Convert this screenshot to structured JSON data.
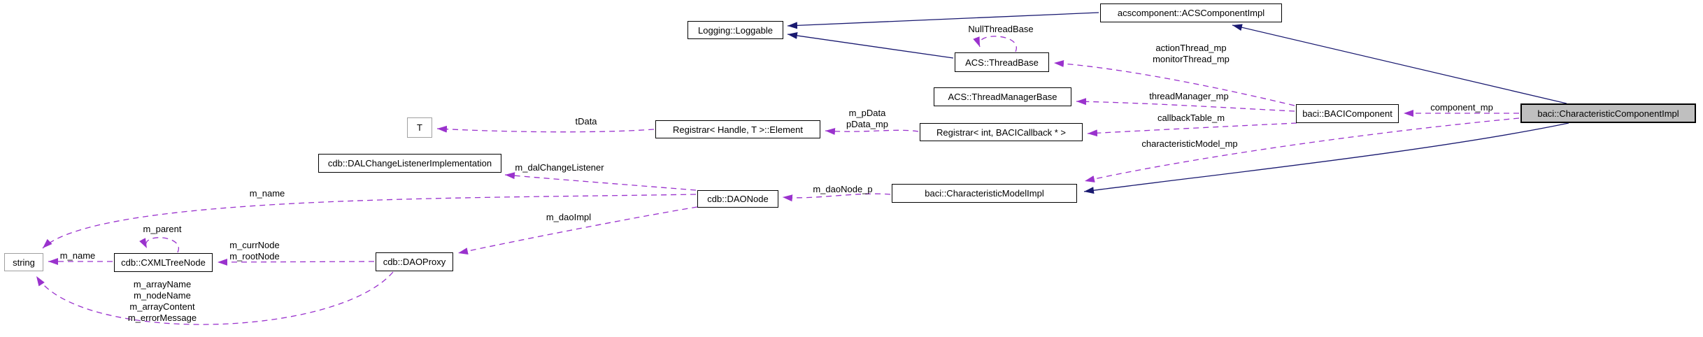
{
  "diagram": {
    "kind": "collaboration-graph",
    "highlighted_node": "baci::CharacteristicComponentImpl"
  },
  "colors": {
    "background": "#ffffff",
    "node_fill": "#ffffff",
    "node_border": "#000000",
    "muted_border": "#a0a0a0",
    "highlight_fill": "#bfbfbf",
    "inheritance_edge": "#191970",
    "usage_edge": "#9a32cd"
  },
  "nodes": {
    "loggable": {
      "label": "Logging::Loggable"
    },
    "acscomponentimpl": {
      "label": "acscomponent::ACSComponentImpl"
    },
    "threadbase": {
      "label": "ACS::ThreadBase"
    },
    "threadmanagerbase": {
      "label": "ACS::ThreadManagerBase"
    },
    "bacicomponent": {
      "label": "baci::BACIComponent"
    },
    "characteristiccomponentimpl": {
      "label": "baci::CharacteristicComponentImpl"
    },
    "t": {
      "label": "T"
    },
    "element": {
      "label": "Registrar< Handle, T >::Element"
    },
    "registrarint": {
      "label": "Registrar< int, BACICallback * >"
    },
    "dalchangelistener": {
      "label": "cdb::DALChangeListenerImplementation"
    },
    "daonode": {
      "label": "cdb::DAONode"
    },
    "characteristicmodelimpl": {
      "label": "baci::CharacteristicModelImpl"
    },
    "string": {
      "label": "string"
    },
    "cxmltreenode": {
      "label": "cdb::CXMLTreeNode"
    },
    "daoproxy": {
      "label": "cdb::DAOProxy"
    }
  },
  "edge_labels": {
    "null_thread_base": "NullThreadBase",
    "action_monitor": "actionThread_mp\nmonitorThread_mp",
    "thread_manager": "threadManager_mp",
    "callback_table": "callbackTable_m",
    "characteristic_model": "characteristicModel_mp",
    "component_mp": "component_mp",
    "m_pdata": "m_pData\npData_mp",
    "tdata": "tData",
    "m_dal_change_listener": "m_dalChangeListener",
    "m_daonode_p": "m_daoNode_p",
    "m_name_upper": "m_name",
    "m_daoimpl": "m_daoImpl",
    "m_parent": "m_parent",
    "m_curr_root": "m_currNode\nm_rootNode",
    "m_name_lower": "m_name",
    "m_array_block": "m_arrayName\nm_nodeName\nm_arrayContent\nm_errorMessage"
  },
  "edges": [
    {
      "from": "acscomponent::ACSComponentImpl",
      "to": "Logging::Loggable",
      "kind": "inheritance"
    },
    {
      "from": "ACS::ThreadBase",
      "to": "Logging::Loggable",
      "kind": "inheritance"
    },
    {
      "from": "baci::CharacteristicComponentImpl",
      "to": "acscomponent::ACSComponentImpl",
      "kind": "inheritance"
    },
    {
      "from": "baci::CharacteristicComponentImpl",
      "to": "baci::CharacteristicModelImpl",
      "kind": "inheritance"
    },
    {
      "from": "ACS::ThreadBase",
      "to": "ACS::ThreadBase",
      "kind": "usage",
      "label": "NullThreadBase"
    },
    {
      "from": "baci::BACIComponent",
      "to": "ACS::ThreadBase",
      "kind": "usage",
      "label": "actionThread_mp\nmonitorThread_mp"
    },
    {
      "from": "baci::BACIComponent",
      "to": "ACS::ThreadManagerBase",
      "kind": "usage",
      "label": "threadManager_mp"
    },
    {
      "from": "baci::BACIComponent",
      "to": "Registrar< int, BACICallback * >",
      "kind": "usage",
      "label": "callbackTable_m"
    },
    {
      "from": "baci::CharacteristicComponentImpl",
      "to": "baci::BACIComponent",
      "kind": "usage",
      "label": "component_mp"
    },
    {
      "from": "baci::CharacteristicComponentImpl",
      "to": "baci::CharacteristicModelImpl",
      "kind": "usage",
      "label": "characteristicModel_mp"
    },
    {
      "from": "Registrar< int, BACICallback * >",
      "to": "Registrar< Handle, T >::Element",
      "kind": "usage",
      "label": "m_pData\npData_mp"
    },
    {
      "from": "Registrar< Handle, T >::Element",
      "to": "T",
      "kind": "usage",
      "label": "tData"
    },
    {
      "from": "baci::CharacteristicModelImpl",
      "to": "cdb::DAONode",
      "kind": "usage",
      "label": "m_daoNode_p"
    },
    {
      "from": "cdb::DAONode",
      "to": "cdb::DALChangeListenerImplementation",
      "kind": "usage",
      "label": "m_dalChangeListener"
    },
    {
      "from": "cdb::DAONode",
      "to": "string",
      "kind": "usage",
      "label": "m_name"
    },
    {
      "from": "cdb::DAONode",
      "to": "cdb::DAOProxy",
      "kind": "usage",
      "label": "m_daoImpl"
    },
    {
      "from": "cdb::DAOProxy",
      "to": "cdb::CXMLTreeNode",
      "kind": "usage",
      "label": "m_currNode\nm_rootNode"
    },
    {
      "from": "cdb::CXMLTreeNode",
      "to": "cdb::CXMLTreeNode",
      "kind": "usage",
      "label": "m_parent"
    },
    {
      "from": "cdb::CXMLTreeNode",
      "to": "string",
      "kind": "usage",
      "label": "m_name"
    },
    {
      "from": "cdb::DAOProxy",
      "to": "string",
      "kind": "usage",
      "label": "m_arrayName\nm_nodeName\nm_arrayContent\nm_errorMessage"
    }
  ]
}
